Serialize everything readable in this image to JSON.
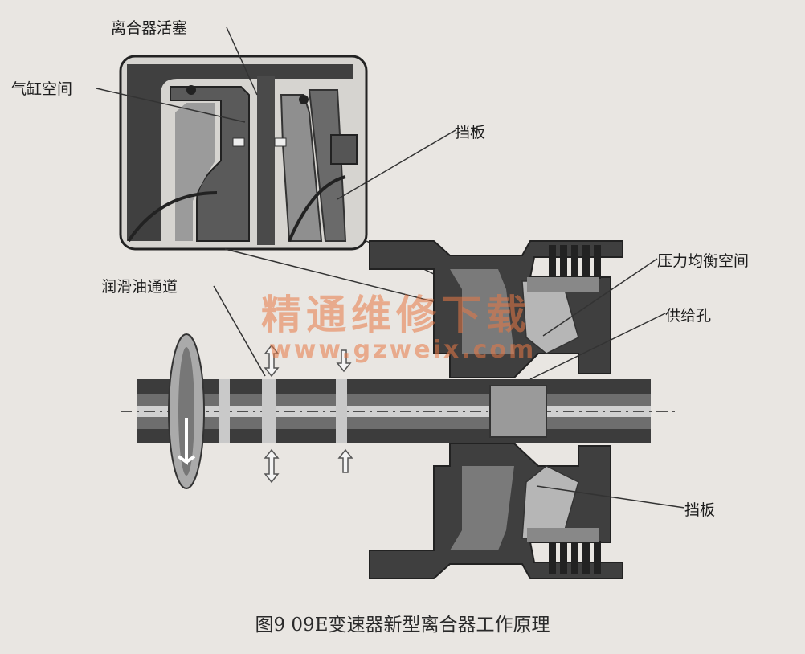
{
  "labels": {
    "clutch_piston": "离合器活塞",
    "cylinder_space": "气缸空间",
    "baffle_top": "挡板",
    "pressure_balance_space": "压力均衡空间",
    "lube_channel": "润滑油通道",
    "supply_hole": "供给孔",
    "baffle_bottom": "挡板"
  },
  "watermark": {
    "line1": "精通维修下载",
    "line2": "www.gzweix.com"
  },
  "caption": "图9  09E变速器新型离合器工作原理",
  "colors": {
    "background": "#e9e6e2",
    "steel_dark": "#3a3a3a",
    "steel_mid": "#6d6d6d",
    "steel_light": "#a9a9a9",
    "watermark": "#e8784a"
  }
}
